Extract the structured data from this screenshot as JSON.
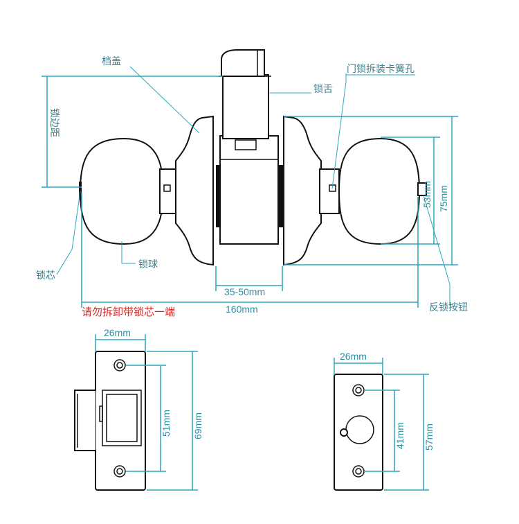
{
  "labels": {
    "dang_gai": "档盖",
    "suo_she": "锁舌",
    "men_suo": "门锁拆装卡簧孔",
    "suo_bian_ju": "锁边距",
    "suo_xin": "锁芯",
    "suo_qiu": "锁球",
    "fan_suo": "反锁按钮",
    "warning": "请勿拆卸带锁芯一端"
  },
  "dimensions": {
    "d_53": "53mm",
    "d_75": "75mm",
    "d_35_50": "35-50mm",
    "d_160": "160mm",
    "d_26a": "26mm",
    "d_51": "51mm",
    "d_69": "69mm",
    "d_26b": "26mm",
    "d_41": "41mm",
    "d_57": "57mm"
  },
  "colors": {
    "dimension_line": "#29a6bd",
    "label_text": "#3a7d8c",
    "warning_text": "#e0201f",
    "outline": "#111111"
  }
}
